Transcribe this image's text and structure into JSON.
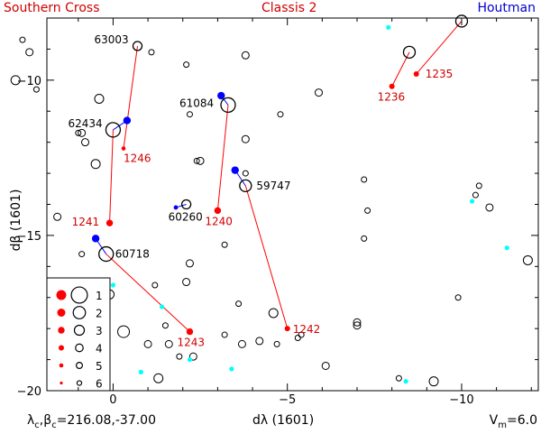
{
  "header": {
    "left": "Southern Cross",
    "center": "Classis 2",
    "right": "Houtman"
  },
  "footer": {
    "coords_lambda": "λ",
    "coords_beta": "β",
    "coords_sub": "c",
    "coords_sep": ",",
    "coords_eq": "=216.08,-37.00",
    "xlabel": "dλ (1601)",
    "vm_prefix": "V",
    "vm_sub": "m",
    "vm_value": "=6.0"
  },
  "colors": {
    "catalog": "#ff0000",
    "matched": "#0000ff",
    "cyan": "#00ffff",
    "ink": "#000000"
  },
  "chart_data": {
    "type": "scatter",
    "xlabel": "dλ (1601)",
    "ylabel": "dβ (1601)",
    "xlim": [
      1.9,
      -12.2
    ],
    "ylim": [
      -20,
      -8
    ],
    "x_ticks": [
      0,
      -5,
      -10
    ],
    "x_tick_labels": [
      "0",
      "−5",
      "−10"
    ],
    "y_ticks": [
      -10,
      -15,
      -20
    ],
    "y_tick_labels": [
      "−10",
      "−15",
      "−20"
    ],
    "legend": {
      "placement": "bottom-left",
      "magnitudes": [
        "1",
        "2",
        "3",
        "4",
        "5",
        "6"
      ]
    },
    "modern_stars": [
      {
        "x": 2.6,
        "y": -8.7,
        "m": 6
      },
      {
        "x": 2.4,
        "y": -9.1,
        "m": 5
      },
      {
        "x": 2.8,
        "y": -10.0,
        "m": 4
      },
      {
        "x": 2.2,
        "y": -10.3,
        "m": 6
      },
      {
        "x": 0.4,
        "y": -10.6,
        "m": 4
      },
      {
        "x": 0.9,
        "y": -11.7,
        "m": 5
      },
      {
        "x": 1.0,
        "y": -11.7,
        "m": 6
      },
      {
        "x": 0.8,
        "y": -12.0,
        "m": 5
      },
      {
        "x": 0.5,
        "y": -12.7,
        "m": 4
      },
      {
        "x": 1.6,
        "y": -14.4,
        "m": 5
      },
      {
        "x": 0.9,
        "y": -15.6,
        "m": 6
      },
      {
        "x": 0.1,
        "y": -16.9,
        "m": 4
      },
      {
        "x": -0.3,
        "y": -18.1,
        "m": 3
      },
      {
        "x": -1.2,
        "y": -16.6,
        "m": 6
      },
      {
        "x": -1.5,
        "y": -17.9,
        "m": 6
      },
      {
        "x": -1.6,
        "y": -18.5,
        "m": 5
      },
      {
        "x": -1.0,
        "y": -18.5,
        "m": 5
      },
      {
        "x": -1.3,
        "y": -19.6,
        "m": 4
      },
      {
        "x": 0.3,
        "y": -19.0,
        "m": 6
      },
      {
        "x": -2.3,
        "y": -18.9,
        "m": 5
      },
      {
        "x": -2.2,
        "y": -15.9,
        "m": 5
      },
      {
        "x": -2.4,
        "y": -12.6,
        "m": 6
      },
      {
        "x": -2.5,
        "y": -12.6,
        "m": 5
      },
      {
        "x": -2.2,
        "y": -11.1,
        "m": 6
      },
      {
        "x": -1.1,
        "y": -9.1,
        "m": 6
      },
      {
        "x": -2.1,
        "y": -9.5,
        "m": 6
      },
      {
        "x": -3.8,
        "y": -9.2,
        "m": 5
      },
      {
        "x": -2.1,
        "y": -16.5,
        "m": 5
      },
      {
        "x": -3.2,
        "y": -15.3,
        "m": 6
      },
      {
        "x": -3.8,
        "y": -11.9,
        "m": 5
      },
      {
        "x": -4.8,
        "y": -11.1,
        "m": 6
      },
      {
        "x": -3.8,
        "y": -13.0,
        "m": 6
      },
      {
        "x": -3.6,
        "y": -17.2,
        "m": 6
      },
      {
        "x": -3.2,
        "y": -18.2,
        "m": 6
      },
      {
        "x": -3.7,
        "y": -18.5,
        "m": 5
      },
      {
        "x": -4.2,
        "y": -18.4,
        "m": 5
      },
      {
        "x": -4.6,
        "y": -17.5,
        "m": 4
      },
      {
        "x": -4.7,
        "y": -18.5,
        "m": 6
      },
      {
        "x": -5.3,
        "y": -18.3,
        "m": 6
      },
      {
        "x": -5.4,
        "y": -18.2,
        "m": 6
      },
      {
        "x": -5.9,
        "y": -10.4,
        "m": 5
      },
      {
        "x": -6.1,
        "y": -19.2,
        "m": 5
      },
      {
        "x": -7.0,
        "y": -17.9,
        "m": 5
      },
      {
        "x": -7.0,
        "y": -17.8,
        "m": 5
      },
      {
        "x": -7.2,
        "y": -13.2,
        "m": 6
      },
      {
        "x": -7.3,
        "y": -14.2,
        "m": 6
      },
      {
        "x": -7.2,
        "y": -15.1,
        "m": 6
      },
      {
        "x": -8.2,
        "y": -19.6,
        "m": 6
      },
      {
        "x": -9.2,
        "y": -19.7,
        "m": 4
      },
      {
        "x": -9.9,
        "y": -17.0,
        "m": 6
      },
      {
        "x": -10.4,
        "y": -13.7,
        "m": 6
      },
      {
        "x": -10.5,
        "y": -13.4,
        "m": 6
      },
      {
        "x": -10.8,
        "y": -14.1,
        "m": 5
      },
      {
        "x": -11.9,
        "y": -15.8,
        "m": 4
      },
      {
        "x": -1.9,
        "y": -18.9,
        "m": 6
      }
    ],
    "cyan_stars": [
      {
        "x": -7.9,
        "y": -8.3
      },
      {
        "x": 0.0,
        "y": -16.6
      },
      {
        "x": -1.4,
        "y": -17.3
      },
      {
        "x": 0.4,
        "y": -17.5
      },
      {
        "x": -2.2,
        "y": -19.0
      },
      {
        "x": -3.4,
        "y": -19.3
      },
      {
        "x": -0.8,
        "y": -19.4
      },
      {
        "x": -8.4,
        "y": -19.7
      },
      {
        "x": -10.3,
        "y": -13.9
      },
      {
        "x": -11.3,
        "y": -15.4
      }
    ],
    "identifications": [
      {
        "catalog": "1246",
        "catalog_pos": [
          -0.3,
          -12.2
        ],
        "catalog_mag": 5,
        "modern": "63003",
        "modern_pos": [
          -0.7,
          -8.9
        ],
        "modern_mag": 4,
        "matched_pos": null
      },
      {
        "catalog": "1241",
        "catalog_pos": [
          0.1,
          -14.6
        ],
        "catalog_mag": 3,
        "modern": "62434",
        "modern_pos": [
          0.0,
          -11.6
        ],
        "modern_mag": 2,
        "matched_pos": [
          -0.4,
          -11.3
        ]
      },
      {
        "catalog": "1240",
        "catalog_pos": [
          -3.0,
          -14.2
        ],
        "catalog_mag": 3,
        "modern": "61084",
        "modern_pos": [
          -3.3,
          -10.8
        ],
        "modern_mag": 2,
        "matched_pos": [
          -3.1,
          -10.5
        ]
      },
      {
        "catalog": "1243",
        "catalog_pos": [
          -2.2,
          -18.1
        ],
        "catalog_mag": 3,
        "modern": "60718",
        "modern_pos": [
          0.2,
          -15.6
        ],
        "modern_mag": 2,
        "matched_pos": [
          0.5,
          -15.1
        ]
      },
      {
        "catalog": "1242",
        "catalog_pos": [
          -5.0,
          -18.0
        ],
        "catalog_mag": 4,
        "modern": "59747",
        "modern_pos": [
          -3.8,
          -13.4
        ],
        "modern_mag": 3,
        "matched_pos": [
          -3.5,
          -12.9
        ]
      },
      {
        "catalog": "",
        "catalog_pos": null,
        "catalog_mag": null,
        "modern": "60260",
        "modern_pos": [
          -2.1,
          -14.0
        ],
        "modern_mag": 4,
        "matched_pos": [
          -1.8,
          -14.1
        ]
      },
      {
        "catalog": "1236",
        "catalog_pos": [
          -8.0,
          -10.2
        ],
        "catalog_mag": 4,
        "modern": "",
        "modern_pos": [
          -8.5,
          -9.1
        ],
        "modern_mag": 3,
        "matched_pos": null
      },
      {
        "catalog": "1235",
        "catalog_pos": [
          -8.7,
          -9.8
        ],
        "catalog_mag": 4,
        "modern": "",
        "modern_pos": [
          -10.0,
          -8.1
        ],
        "modern_mag": 3,
        "matched_pos": null
      }
    ]
  }
}
